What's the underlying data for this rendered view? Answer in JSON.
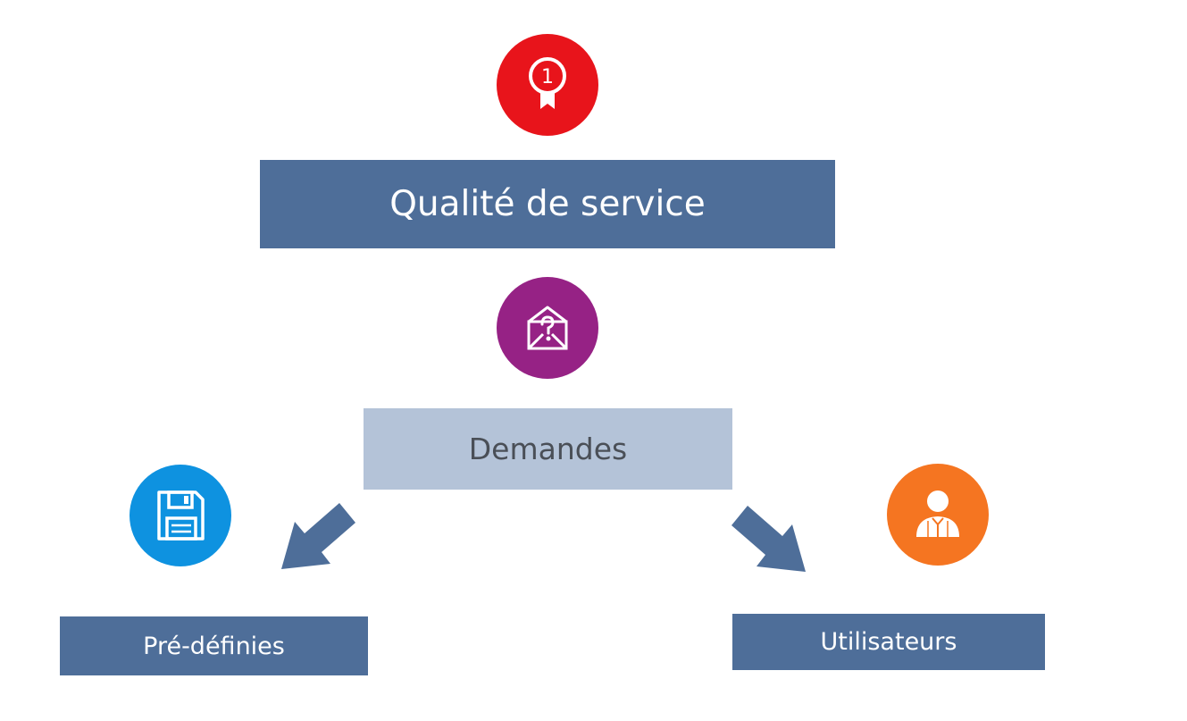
{
  "diagram": {
    "top_box": {
      "label": "Qualité de service"
    },
    "middle_box": {
      "label": "Demandes"
    },
    "left_box": {
      "label": "Pré-définies"
    },
    "right_box": {
      "label": "Utilisateurs"
    }
  },
  "icons": {
    "top": {
      "name": "award-ribbon-icon",
      "badge_number": "1"
    },
    "middle": {
      "name": "envelope-question-icon"
    },
    "left": {
      "name": "floppy-disk-icon"
    },
    "right": {
      "name": "user-icon"
    }
  },
  "colors": {
    "dark_box": "#4e6e99",
    "light_box": "#b4c3d8",
    "arrow": "#4e6e99",
    "award_circle": "#e8141b",
    "mail_circle": "#962285",
    "save_circle": "#0e92e0",
    "user_circle": "#f57521"
  }
}
